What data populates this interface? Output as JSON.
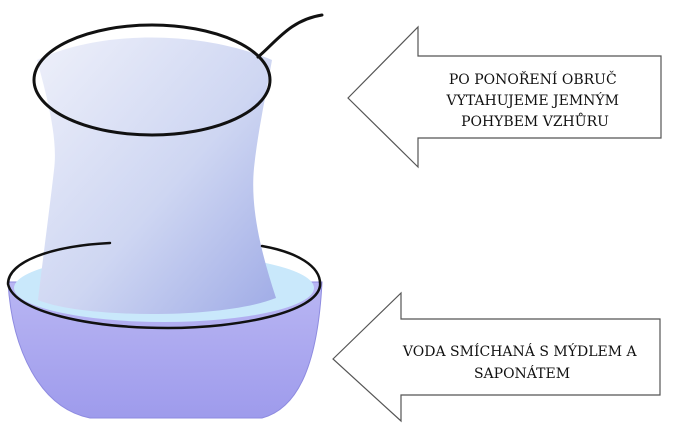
{
  "labels": {
    "top_arrow": {
      "line1": "PO PONOŘENÍ OBRUČ",
      "line2": "VYTAHUJEME JEMNÝM",
      "line3": "POHYBEM VZHŮRU"
    },
    "bottom_arrow": {
      "line1": "VODA SMÍCHANÁ S MÝDLEM A",
      "line2": "SAPONÁTEM"
    }
  },
  "colors": {
    "bowl": "#a7a4ee",
    "water": "#c9e8fb",
    "film_light": "#e9edf9",
    "film_dark": "#a8b4ea",
    "outline": "#111111",
    "arrow_fill": "#ffffff",
    "arrow_stroke": "#555555"
  }
}
